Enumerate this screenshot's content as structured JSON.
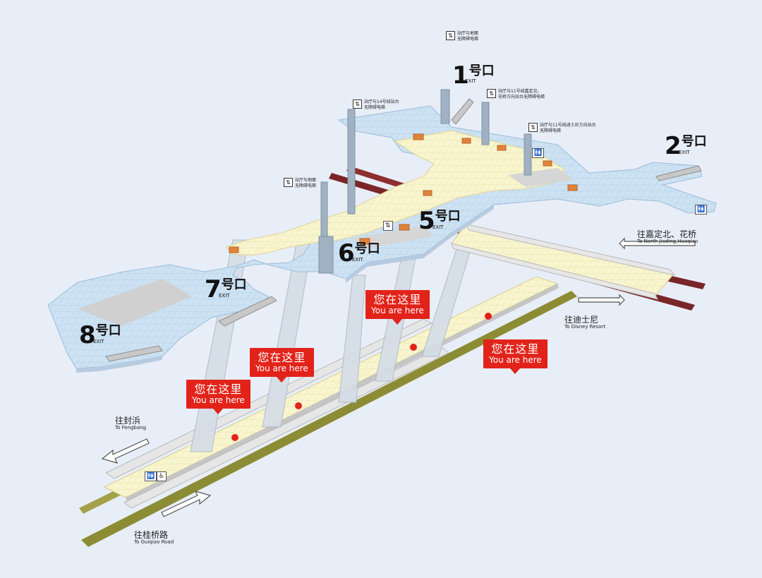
{
  "exits": [
    {
      "id": "1",
      "num": "1",
      "suffix": "号口",
      "en": "EXIT"
    },
    {
      "id": "2",
      "num": "2",
      "suffix": "号口",
      "en": "EXIT"
    },
    {
      "id": "5",
      "num": "5",
      "suffix": "号口",
      "en": "EXIT"
    },
    {
      "id": "6",
      "num": "6",
      "suffix": "号口",
      "en": "EXIT"
    },
    {
      "id": "7",
      "num": "7",
      "suffix": "号口",
      "en": "EXIT"
    },
    {
      "id": "8",
      "num": "8",
      "suffix": "号口",
      "en": "EXIT"
    }
  ],
  "elevator_labels": [
    {
      "line1": "站厅与地面",
      "line2": "无障碍电梯"
    },
    {
      "line1": "站厅与14号线站台",
      "line2": "无障碍电梯"
    },
    {
      "line1": "站厅与11号线嘉定北、",
      "line2": "花桥方向站台无障碍电梯"
    },
    {
      "line1": "站厅与11号线迪士尼方向站台",
      "line2": "无障碍电梯"
    },
    {
      "line1": "站厅与地面",
      "line2": "无障碍电梯"
    }
  ],
  "you_are_here": {
    "zh": "您在这里",
    "en": "You are here"
  },
  "directions": [
    {
      "zh": "往嘉定北、花桥",
      "en": "To North Jiading,Huaqiao"
    },
    {
      "zh": "往迪士尼",
      "en": "To Disney Resort"
    },
    {
      "zh": "往封浜",
      "en": "To Fengbang"
    },
    {
      "zh": "往桂桥路",
      "en": "To Guiqiao Road"
    }
  ],
  "colors": {
    "background": "#e8eef8",
    "concourse": "#c9dff0",
    "concourse_grid": "#a9c8e4",
    "platform": "#f7f3c8",
    "platform_grid": "#e6dc98",
    "rail_dark": "#7a2628",
    "rail_olive": "#8a8a2e",
    "accent_red": "#e2231a"
  },
  "icons": {
    "elevator": "elevator-icon",
    "toilet": "toilet-icon",
    "accessible": "accessible-icon"
  }
}
